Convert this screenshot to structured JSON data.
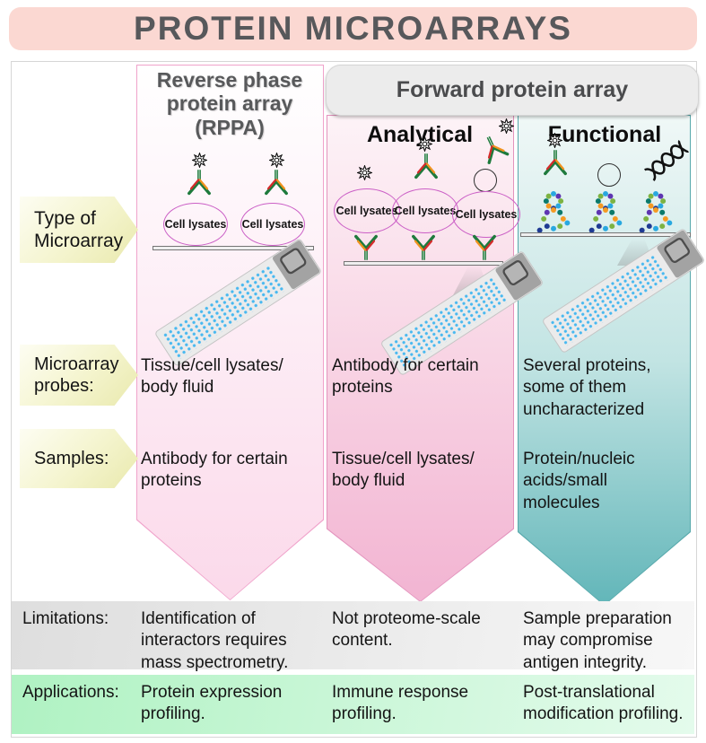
{
  "title": "PROTEIN MICROARRAYS",
  "column_headers": {
    "rppa": "Reverse phase\nprotein array\n(RPPA)",
    "forward": "Forward protein array",
    "analytical": "Analytical",
    "functional": "Functional"
  },
  "row_labels": {
    "type_of_microarray": "Type of\nMicroarray",
    "microarray_probes": "Microarray\nprobes:",
    "samples": "Samples:",
    "limitations": "Limitations:",
    "applications": "Applications:"
  },
  "labels": {
    "cell_lysates": "Cell lysates"
  },
  "cells": {
    "rppa": {
      "probes": "Tissue/cell lysates/\nbody fluid",
      "samples": "Antibody for certain\nproteins",
      "limitations": "Identification of\ninteractors requires\nmass spectrometry.",
      "applications": "Protein expression\nprofiling."
    },
    "analytical": {
      "probes": "Antibody for certain\nproteins",
      "samples": "Tissue/cell lysates/\nbody fluid",
      "limitations": "Not proteome-scale\ncontent.",
      "applications": "Immune response\nprofiling."
    },
    "functional": {
      "probes": "Several proteins,\nsome of them\nuncharacterized",
      "samples": "Protein/nucleic\nacids/small\nmolecules",
      "limitations": "Sample preparation\nmay compromise\nantigen integrity.",
      "applications": "Post-translational\nmodification profiling."
    }
  },
  "colors": {
    "banner_bg": "#fbd8d2",
    "title_text": "#57585b",
    "rppa_column_fill": "#fbd9ea",
    "analytical_column_fill": "#f2b4d2",
    "functional_column_fill": "#62b6b9",
    "label_arrow_fill": "#f4f4cd",
    "limitations_band": "#dedede",
    "applications_band": "#aff2c2",
    "cell_oval_stroke": "#cb5fc6",
    "microarray_spot_blue": "#47b8f0",
    "antibody_green": "#1e7a3c"
  }
}
